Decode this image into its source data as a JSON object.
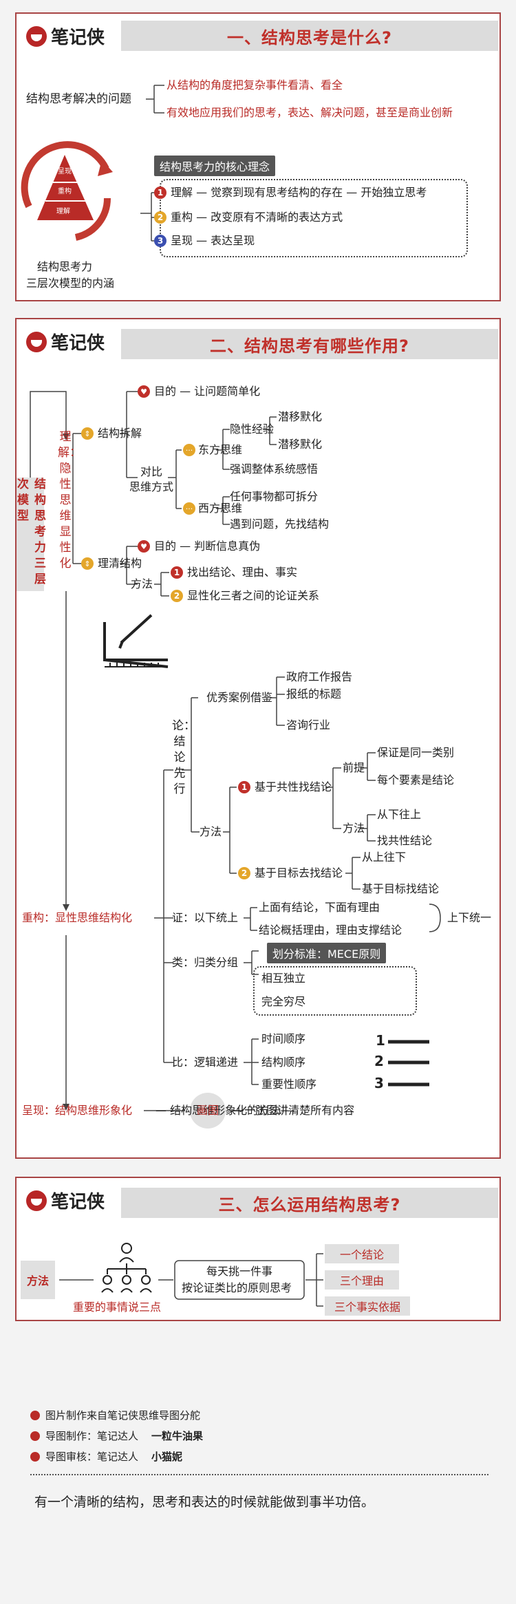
{
  "brand": "笔记侠",
  "section1": {
    "title": "一、结构思考是什么?",
    "problem_label": "结构思考解决的问题",
    "problem_items": [
      "从结构的角度把复杂事件看清、看全",
      "有效地应用我们的思考，表达、解决问题，甚至是商业创新"
    ],
    "pyramid_levels": [
      "呈现",
      "重构",
      "理解"
    ],
    "model_caption": [
      "结构思考力",
      "三层次模型的内涵"
    ],
    "core_title": "结构思考力的核心理念",
    "core_items": [
      {
        "num": "1",
        "text": "理解 — 觉察到现有思考结构的存在 — 开始独立思考"
      },
      {
        "num": "2",
        "text": "重构 — 改变原有不清晰的表达方式"
      },
      {
        "num": "3",
        "text": "呈现 — 表达呈现"
      }
    ]
  },
  "section2": {
    "title": "二、结构思考有哪些作用?",
    "left_vertical": "结构思考力三层次模型",
    "understand_vertical": "理解：隐性思维显性化",
    "struct_break": "结构拆解",
    "goal1": "目的 — 让问题简单化",
    "compare": [
      "对比",
      "思维方式"
    ],
    "east": "东方思维",
    "implicit": "隐性经验",
    "subtle1": "潜移默化",
    "subtle2": "潜移默化",
    "holistic": "强调整体系统感悟",
    "west": "西方思维",
    "west1": "任何事物都可拆分",
    "west2": "遇到问题，先找结构",
    "clarify": "理清结构",
    "goal2": "目的 — 判断信息真伪",
    "method": "方法",
    "method1": "找出结论、理由、事实",
    "method2": "显性化三者之间的论证关系",
    "argue_vertical": "论：结论先行",
    "excellent": "优秀案例借鉴",
    "ex1": "政府工作报告",
    "ex2": "报纸的标题",
    "ex3": "咨询行业",
    "method_b": "方法",
    "common": "基于共性找结论",
    "premise": "前提",
    "premise1": "保证是同一类别",
    "premise2": "每个要素是结论",
    "method_c": "方法",
    "bottom_up": "从下往上",
    "find_common": "找共性结论",
    "target": "基于目标去找结论",
    "top_down": "从上往下",
    "target_find": "基于目标找结论",
    "reconstruct": "重构：显性思维结构化",
    "prove": "证：以下统上",
    "prove1": "上面有结论，下面有理由",
    "prove2": "结论概括理由，理由支撑结论",
    "unify": "上下统一",
    "mece": "划分标准：MECE原则",
    "classify": "类：归类分组",
    "mece1": "相互独立",
    "mece2": "完全穷尽",
    "compare_logic": "比：逻辑递进",
    "order1": "时间顺序",
    "order2": "结构顺序",
    "order3": "重要性顺序",
    "list_nums": [
      "1",
      "2",
      "3"
    ],
    "present": "呈现：结构思维形象化",
    "present_method": "— 结构思维形象化的方法 —",
    "diagram": "画图",
    "present_result": "— 一张图讲清楚所有内容"
  },
  "section3": {
    "title": "三、怎么运用结构思考?",
    "method": "方法",
    "three_points": "重要的事情说三点",
    "daily": [
      "每天挑一件事",
      "按论证类比的原则思考"
    ],
    "outputs": [
      "一个结论",
      "三个理由",
      "三个事实依据"
    ]
  },
  "footer": {
    "items": [
      {
        "label": "图片制作来自笔记侠思维导图分舵",
        "name": ""
      },
      {
        "label": "导图制作：笔记达人",
        "name": "一粒牛油果"
      },
      {
        "label": "导图审核：笔记达人",
        "name": "小猫妮"
      }
    ],
    "quote": "有一个清晰的结构，思考和表达的时候就能做到事半功倍。"
  }
}
